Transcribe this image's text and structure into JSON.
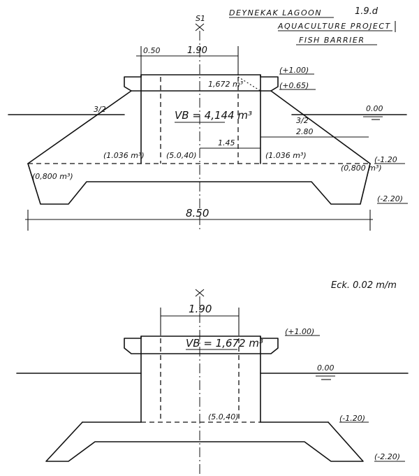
{
  "title": {
    "line1": "DEYNEKAK LAGOON",
    "line2": "AQUACULTURE PROJECT",
    "line3": "FISH BARRIER",
    "ref": "1.9.d"
  },
  "axis_mark": "S1",
  "section_a": {
    "dim_top_left": "0.50",
    "dim_top_width": "1.90",
    "cap_volume": "1,672 m³",
    "elev_top": "(+1.00)",
    "elev_cap": "(+0.65)",
    "slope_left": "3/2",
    "slope_right": "3/2",
    "body_volume": "VB = 4,144 m³",
    "elev_water": "0.00",
    "dim_280": "2.80",
    "dim_145": "1.45",
    "vol_left": "(1.036 m³)",
    "vol_mid": "(5.0,40)",
    "vol_right": "(1.036 m³)",
    "elev_base_top": "(-1.20",
    "vol_left_end": "(0,800 m³)",
    "vol_right_end": "(0,800 m³)",
    "elev_base_bottom": "(-2.20)",
    "dim_total": "8.50"
  },
  "section_b": {
    "scale": "Eck. 0.02 m/m",
    "dim_width": "1.90",
    "body_volume": "VB = 1,672 m³",
    "elev_top": "(+1.00)",
    "elev_water": "0.00",
    "vol_mid": "(5.0,40)",
    "elev_base_top": "(-1.20)",
    "elev_base_bottom": "(-2.20)"
  }
}
